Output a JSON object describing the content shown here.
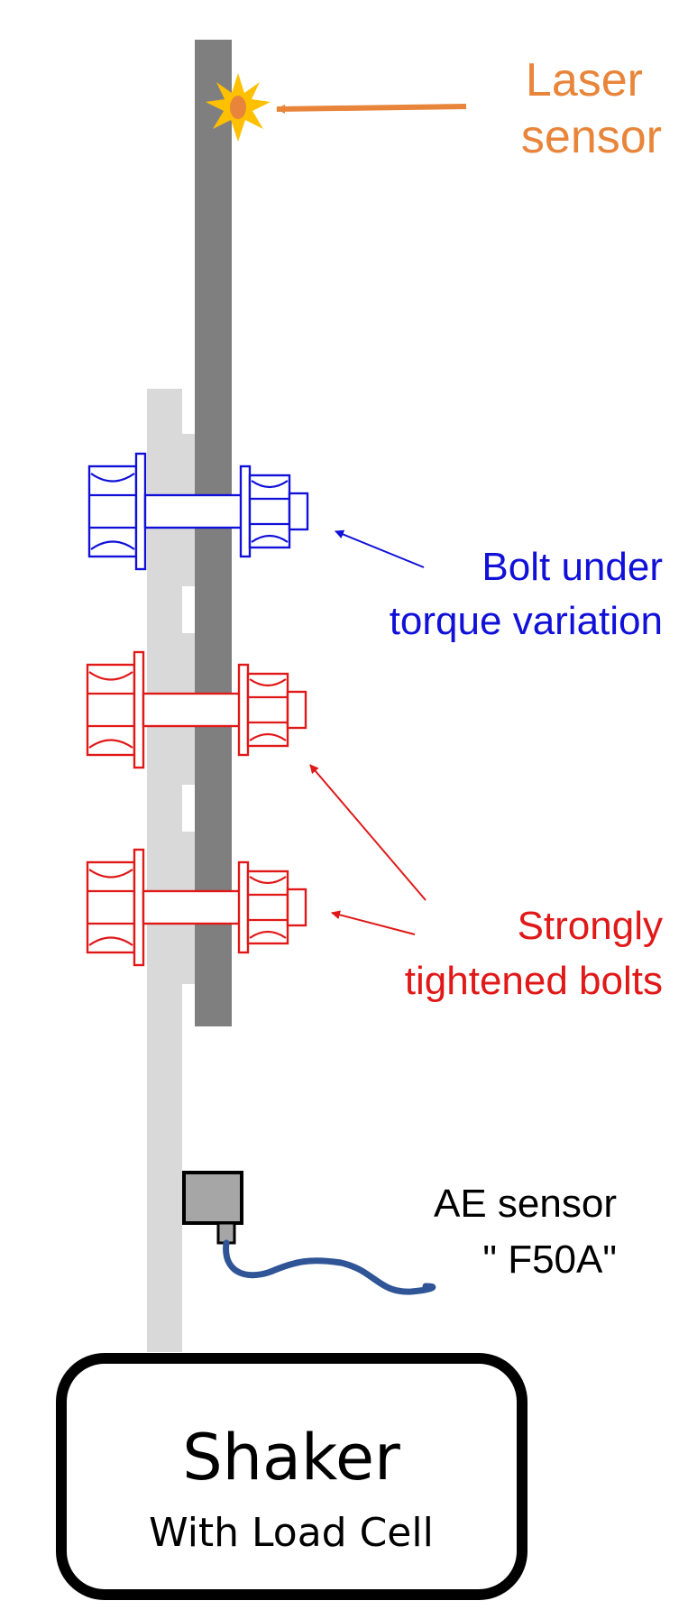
{
  "labels": {
    "laser_line1": "Laser",
    "laser_line2": "sensor",
    "bolt_var_line1": "Bolt under",
    "bolt_var_line2": "torque variation",
    "tight_line1": "Strongly",
    "tight_line2": "tightened bolts",
    "ae_line1": "AE sensor",
    "ae_line2": "\" F50A\"",
    "shaker_title": "Shaker",
    "shaker_sub": "With Load Cell"
  },
  "colors": {
    "laser": "#E8853A",
    "bolt_variable": "#1010D8",
    "bolt_tight": "#E01818",
    "beam_dark": "#7F7F7F",
    "beam_light": "#D9D9D9",
    "cable": "#2F5597",
    "sensor_body": "#A6A6A6",
    "text_black": "#000000"
  },
  "icons": {
    "laser": "starburst-icon",
    "bolt": "hex-bolt-icon"
  }
}
